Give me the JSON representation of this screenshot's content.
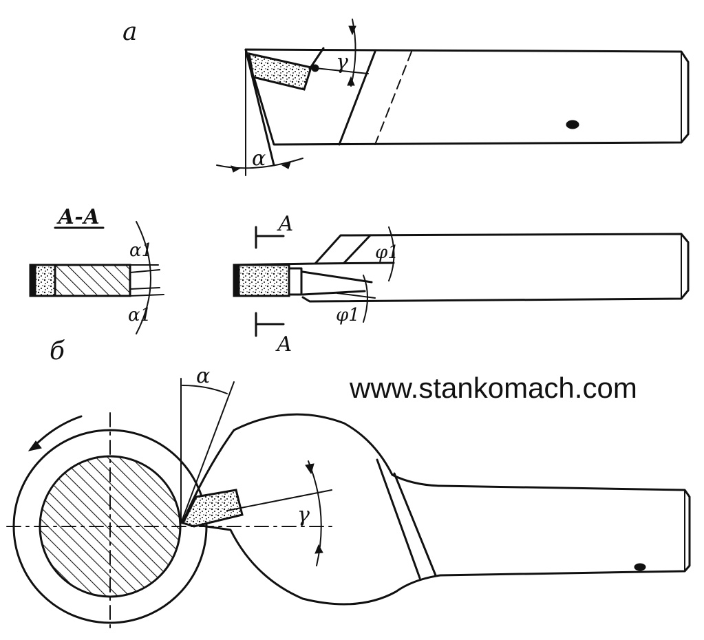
{
  "labels": {
    "view_a": "а",
    "view_b": "б",
    "section_title": "А-А",
    "section_mark_top": "А",
    "section_mark_bottom": "А",
    "alpha": "α",
    "gamma": "γ",
    "alpha1_top": "α1",
    "alpha1_bottom": "α1",
    "phi1_top": "φ1",
    "phi1_bottom": "φ1",
    "alpha_b": "α",
    "gamma_b": "γ"
  },
  "watermark": "www.stankomach.com",
  "colors": {
    "ink": "#111111",
    "paper": "#ffffff"
  }
}
